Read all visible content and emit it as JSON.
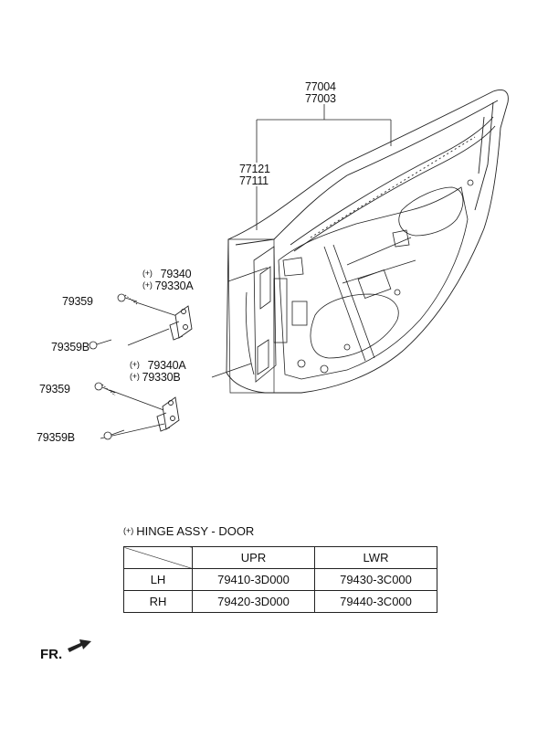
{
  "callouts": {
    "door_assy_lh": "77004",
    "door_assy_rh": "77003",
    "panel_lh": "77121",
    "panel_rh": "77111",
    "upper_hinge_a": "79340",
    "upper_hinge_b": "79330A",
    "lower_hinge_a": "79340A",
    "lower_hinge_b": "79330B",
    "bolt_upper": "79359",
    "bolt_upper_b": "79359B",
    "bolt_lower": "79359",
    "bolt_lower_b": "79359B"
  },
  "note_marker": "(+)",
  "legend": {
    "title": "HINGE ASSY - DOOR",
    "columns": [
      "UPR",
      "LWR"
    ],
    "rows": [
      {
        "label": "LH",
        "upr": "79410-3D000",
        "lwr": "79430-3C000"
      },
      {
        "label": "RH",
        "upr": "79420-3D000",
        "lwr": "79440-3C000"
      }
    ]
  },
  "front_indicator": "FR."
}
